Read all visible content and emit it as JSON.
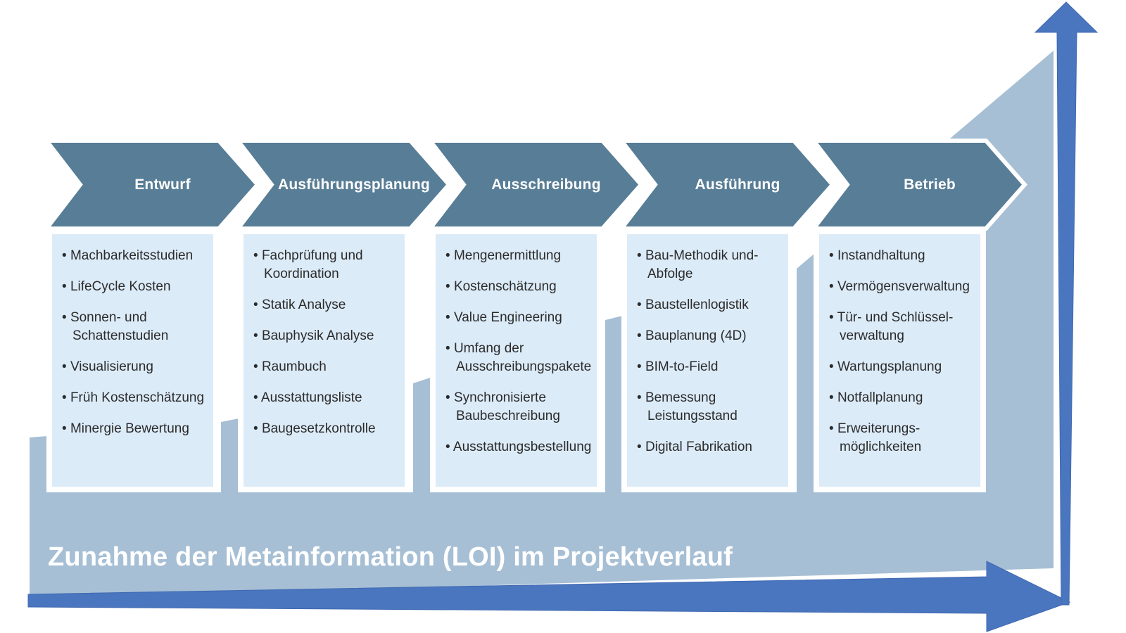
{
  "diagram": {
    "banner": {
      "label": "Zunahme der Metainformation (LOI) im Projektverlauf"
    },
    "phases": [
      {
        "title": "Entwurf",
        "items": [
          "Machbarkeitsstudien",
          "LifeCycle Kosten",
          "Sonnen- und\nSchattenstudien",
          "Visualisierung",
          "Früh Kostenschätzung",
          "Minergie Bewertung"
        ]
      },
      {
        "title": "Ausführungsplanung",
        "items": [
          "Fachprüfung und\nKoordination",
          "Statik Analyse",
          "Bauphysik Analyse",
          "Raumbuch",
          "Ausstattungsliste",
          "Baugesetzkontrolle"
        ]
      },
      {
        "title": "Ausschreibung",
        "items": [
          "Mengenermittlung",
          "Kostenschätzung",
          "Value Engineering",
          "Umfang der\nAusschreibungspakete",
          "Synchronisierte\nBaubeschreibung",
          "Ausstattungsbestellung"
        ]
      },
      {
        "title": "Ausführung",
        "items": [
          "Bau-Methodik und-\nAbfolge",
          "Baustellenlogistik",
          "Bauplanung (4D)",
          "BIM-to-Field",
          "Bemessung\nLeistungsstand",
          "Digital Fabrikation"
        ]
      },
      {
        "title": "Betrieb",
        "items": [
          "Instandhaltung",
          "Vermögensverwaltung",
          "Tür- und Schlüssel-\nverwaltung",
          "Wartungsplanung",
          "Notfallplanung",
          "Erweiterungs-\nmöglichkeiten"
        ]
      }
    ],
    "colors": {
      "chevron_fill": "#587d96",
      "card_fill": "#dcebf8",
      "background_shape": "#a6bfd5",
      "arrow_blue": "#4a76bf",
      "text_dark": "#2b2b2b",
      "text_light": "#ffffff"
    }
  }
}
